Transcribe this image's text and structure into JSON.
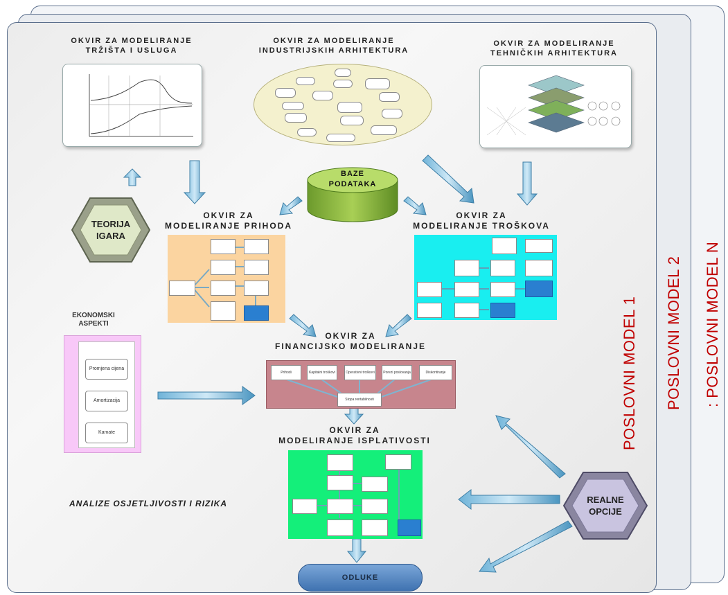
{
  "side_labels": {
    "model_n": ": POSLOVNI MODEL N",
    "model_2": "POSLOVNI MODEL 2",
    "model_1": "POSLOVNI MODEL 1"
  },
  "market": {
    "title_line1": "OKVIR ZA MODELIRANJE",
    "title_line2": "TRŽIŠTA I USLUGA"
  },
  "industry": {
    "title_line1": "OKVIR ZA MODELIRANJE",
    "title_line2": "INDUSTRIJSKIH ARHITEKTURA"
  },
  "technical": {
    "title_line1": "OKVIR ZA MODELIRANJE",
    "title_line2": "TEHNIČKIH ARHITEKTURA"
  },
  "databases": {
    "line1": "BAZE",
    "line2": "PODATAKA"
  },
  "game_theory": {
    "line1": "TEORIJA",
    "line2": "IGARA"
  },
  "revenue": {
    "title_line1": "OKVIR ZA",
    "title_line2": "MODELIRANJE PRIHODA"
  },
  "costs": {
    "title_line1": "OKVIR ZA",
    "title_line2": "MODELIRANJE TROŠKOVA"
  },
  "economic": {
    "title_line1": "EKONOMSKI",
    "title_line2": "ASPEKTI",
    "box1": "Promjena cijena",
    "box2": "Amortizacija",
    "box3": "Kamate"
  },
  "financial": {
    "title_line1": "OKVIR ZA",
    "title_line2": "FINANCIJSKO MODELIRANJE",
    "boxes": [
      "Prihodi",
      "Kapitalni troškovi",
      "Operativni troškovi",
      "Porezi poslovanja",
      "Diskontiranje"
    ],
    "center": "Stopa rentabilnosti"
  },
  "profitability": {
    "title_line1": "OKVIR ZA",
    "title_line2": "MODELIRANJE ISPLATIVOSTI"
  },
  "sensitivity": "ANALIZE OSJETLJIVOSTI I RIZIKA",
  "real_options": {
    "line1": "REALNE",
    "line2": "OPCIJE"
  },
  "decisions": "ODLUKE"
}
